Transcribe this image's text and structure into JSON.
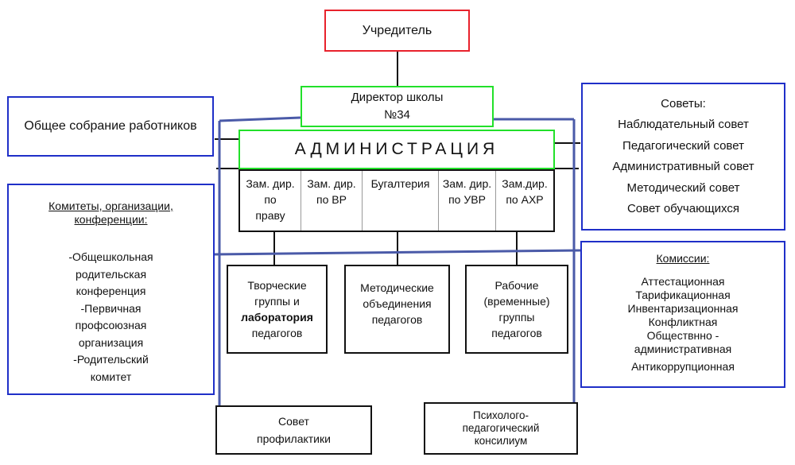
{
  "founder": "Учредитель",
  "director": [
    "Директор школы",
    "№34"
  ],
  "general_meeting": "Общее собрание работников",
  "administration": "АДМИНИСТРАЦИЯ",
  "admin_cells": [
    {
      "l1": "Зам. дир.",
      "l2": "по",
      "l3": "праву"
    },
    {
      "l1": "Зам. дир.",
      "l2": "по ВР",
      "l3": ""
    },
    {
      "l1": "Бугалтерия",
      "l2": "",
      "l3": ""
    },
    {
      "l1": "Зам. дир.",
      "l2": "по УВР",
      "l3": ""
    },
    {
      "l1": "Зам.дир.",
      "l2": "по АХР",
      "l3": ""
    }
  ],
  "councils": {
    "title": "Советы:",
    "items": [
      "Наблюдательный совет",
      "Педагогический совет",
      "Административный совет",
      "Методический совет",
      "Совет обучающихся"
    ]
  },
  "committees": {
    "title": "Комитеты, организации,",
    "title2": "конференции:",
    "items": [
      "-Общешкольная",
      "родительская",
      "конференция",
      "-Первичная",
      "профсоюзная",
      "организация",
      "-Родительский",
      "комитет"
    ]
  },
  "commissions": {
    "title": "Комиссии:",
    "items": [
      "Аттестационная",
      "Тарификационная",
      "Инвентаризационная",
      "Конфликтная",
      "Обществнно -",
      "административная",
      "Антикоррупционная"
    ]
  },
  "creative": {
    "l1": "Творческие",
    "l2": "группы и",
    "l3": "лаборатория",
    "l4": "педагогов"
  },
  "methodical": [
    "Методические",
    "объединения",
    "педагогов"
  ],
  "working": [
    "Рабочие",
    "(временные)",
    "группы",
    "педагогов"
  ],
  "prevention": [
    "Совет",
    "профилактики"
  ],
  "consilium": [
    "Психолого-",
    "педагогический",
    "консилиум"
  ]
}
